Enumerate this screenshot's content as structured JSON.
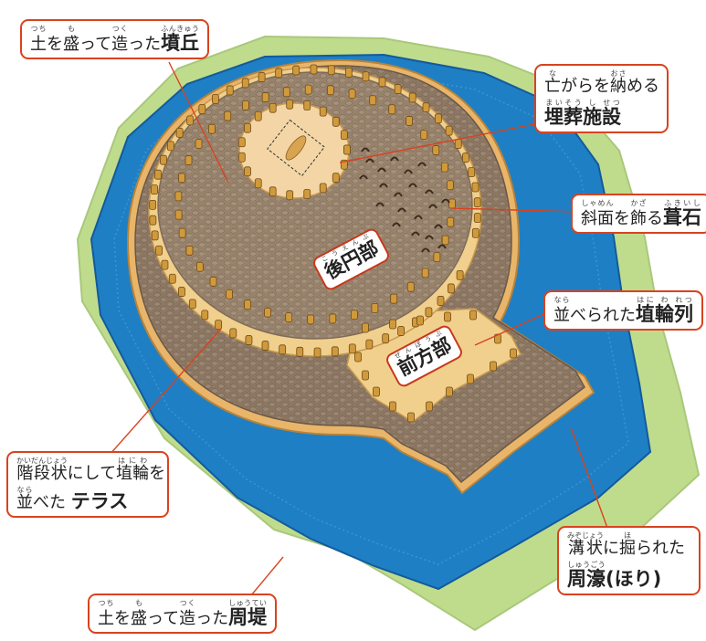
{
  "colors": {
    "bank": "#bfdc8d",
    "moat": "#1f7fc4",
    "moat_inner": "#135a9c",
    "mound": "#8b7762",
    "terrace": "#f1d08e",
    "top": "#f4d6a6",
    "haniwa": "#d09a3c",
    "callout_border": "#d8431f"
  },
  "labels": {
    "fungyu": {
      "parts": [
        {
          "text": "土",
          "ruby": "つち",
          "bold": false
        },
        {
          "text": "を",
          "ruby": "",
          "bold": false
        },
        {
          "text": "盛",
          "ruby": "も",
          "bold": false
        },
        {
          "text": "って",
          "ruby": "",
          "bold": false
        },
        {
          "text": "造",
          "ruby": "つく",
          "bold": false
        },
        {
          "text": "った",
          "ruby": "",
          "bold": false
        },
        {
          "text": "墳丘",
          "ruby": "ふんきゅう",
          "bold": true
        }
      ]
    },
    "maiso": {
      "line1": [
        {
          "text": "亡",
          "ruby": "な",
          "bold": false
        },
        {
          "text": "がらを",
          "ruby": "",
          "bold": false
        },
        {
          "text": "納",
          "ruby": "おさ",
          "bold": false
        },
        {
          "text": "める",
          "ruby": "",
          "bold": false
        }
      ],
      "line2": [
        {
          "text": "埋",
          "ruby": "まい",
          "bold": true
        },
        {
          "text": "葬",
          "ruby": "そう",
          "bold": true
        },
        {
          "text": "施",
          "ruby": "し",
          "bold": true
        },
        {
          "text": "設",
          "ruby": "せつ",
          "bold": true
        }
      ]
    },
    "fukiishi": {
      "parts": [
        {
          "text": "斜面",
          "ruby": "しゃめん",
          "bold": false
        },
        {
          "text": "を",
          "ruby": "",
          "bold": false
        },
        {
          "text": "飾",
          "ruby": "かざ",
          "bold": false
        },
        {
          "text": "る",
          "ruby": "",
          "bold": false
        },
        {
          "text": "葺石",
          "ruby": "ふきいし",
          "bold": true
        }
      ]
    },
    "haniwa_retsu": {
      "parts": [
        {
          "text": "並",
          "ruby": "なら",
          "bold": false
        },
        {
          "text": "べられた",
          "ruby": "",
          "bold": false
        },
        {
          "text": "埴",
          "ruby": "はに",
          "bold": true
        },
        {
          "text": "輪",
          "ruby": "わ",
          "bold": true
        },
        {
          "text": "列",
          "ruby": "れつ",
          "bold": true
        }
      ]
    },
    "terrace": {
      "line1": [
        {
          "text": "階段状",
          "ruby": "かいだんじょう",
          "bold": false
        },
        {
          "text": "にして",
          "ruby": "",
          "bold": false
        },
        {
          "text": "埴輪",
          "ruby": "はにわ",
          "bold": false
        },
        {
          "text": "を",
          "ruby": "",
          "bold": false
        }
      ],
      "line2": [
        {
          "text": "並",
          "ruby": "なら",
          "bold": false
        },
        {
          "text": "べた ",
          "ruby": "",
          "bold": false
        },
        {
          "text": "テラス",
          "ruby": "",
          "bold": true
        }
      ]
    },
    "shugo": {
      "line1": [
        {
          "text": "溝状",
          "ruby": "みぞじょう",
          "bold": false
        },
        {
          "text": "に",
          "ruby": "",
          "bold": false
        },
        {
          "text": "掘",
          "ruby": "ほ",
          "bold": false
        },
        {
          "text": "られた",
          "ruby": "",
          "bold": false
        }
      ],
      "line2": [
        {
          "text": "周濠",
          "ruby": "しゅうごう",
          "bold": true
        },
        {
          "text": "(ほり)",
          "ruby": "",
          "bold": true
        }
      ]
    },
    "shutei": {
      "parts": [
        {
          "text": "土",
          "ruby": "つち",
          "bold": false
        },
        {
          "text": "を",
          "ruby": "",
          "bold": false
        },
        {
          "text": "盛",
          "ruby": "も",
          "bold": false
        },
        {
          "text": "って",
          "ruby": "",
          "bold": false
        },
        {
          "text": "造",
          "ruby": "つく",
          "bold": false
        },
        {
          "text": "った",
          "ruby": "",
          "bold": false
        },
        {
          "text": "周堤",
          "ruby": "しゅうてい",
          "bold": true
        }
      ]
    },
    "koenbu": {
      "parts": [
        {
          "text": "後円部",
          "ruby": "こうえんぶ",
          "bold": true
        }
      ]
    },
    "zenpobu": {
      "parts": [
        {
          "text": "前方部",
          "ruby": "ぜんぽうぶ",
          "bold": true
        }
      ]
    }
  }
}
